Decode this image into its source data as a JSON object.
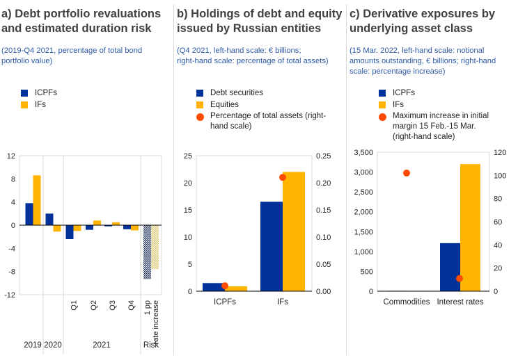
{
  "colors": {
    "blue": "#003299",
    "yellow": "#ffb400",
    "orange": "#ff4b00",
    "title": "#404040",
    "subtitle": "#2e5aa7"
  },
  "panels": [
    {
      "title_line1": "a) Debt portfolio revaluations",
      "title_line2": "and estimated duration risk",
      "subtitle_line1": "(2019-Q4 2021, percentage of total bond",
      "subtitle_line2": "portfolio value)"
    },
    {
      "title_line1": "b) Holdings of debt and equity",
      "title_line2": "issued by Russian entities",
      "subtitle_line1": "(Q4 2021, left-hand scale: € billions;",
      "subtitle_line2": "right-hand scale: percentage of total assets)"
    },
    {
      "title_line1": "c) Derivative exposures by",
      "title_line2": "underlying asset class",
      "subtitle_line1": "(15 Mar. 2022, left-hand scale: notional",
      "subtitle_line2": "amounts outstanding, € billions; right-hand",
      "subtitle_line3": "scale: percentage increase)"
    }
  ],
  "chart_data": [
    {
      "type": "bar",
      "legend": [
        "ICPFs",
        "IFs"
      ],
      "categories": [
        "2019",
        "2020",
        "Q1",
        "Q2",
        "Q3",
        "Q4",
        "1 pp rate increase"
      ],
      "groups": [
        "2019",
        "2020",
        "2021",
        "Risk"
      ],
      "series": [
        {
          "name": "ICPFs",
          "values": [
            3.8,
            2.0,
            -2.4,
            -0.8,
            -0.2,
            -0.7,
            -9.3
          ]
        },
        {
          "name": "IFs",
          "values": [
            8.6,
            -1.1,
            -1.0,
            0.8,
            0.5,
            -0.9,
            -7.6
          ]
        }
      ],
      "ylim": [
        -12,
        12
      ],
      "yticks": [
        12,
        8,
        4,
        0,
        -4,
        -8,
        -12
      ]
    },
    {
      "type": "bar",
      "legend": [
        "Debt securities",
        "Equities",
        "Percentage of total assets (right-hand scale)"
      ],
      "categories": [
        "ICPFs",
        "IFs"
      ],
      "series": [
        {
          "name": "Debt securities",
          "values": [
            1.5,
            16.5
          ]
        },
        {
          "name": "Equities",
          "values": [
            0.9,
            22.0
          ]
        },
        {
          "name": "Percentage of total assets (right-hand scale)",
          "values": [
            0.01,
            0.21
          ]
        }
      ],
      "ylim": [
        0,
        25
      ],
      "yticks": [
        0,
        5,
        10,
        15,
        20,
        25
      ],
      "y2lim": [
        0,
        0.25
      ],
      "y2ticks": [
        "0.00",
        "0.05",
        "0.10",
        "0.15",
        "0.20",
        "0.25"
      ]
    },
    {
      "type": "bar",
      "legend": [
        "ICPFs",
        "IFs",
        "Maximum increase in initial",
        "margin 15 Feb.-15 Mar.",
        "(right-hand scale)"
      ],
      "categories": [
        "Commodities",
        "Interest rates"
      ],
      "series": [
        {
          "name": "ICPFs",
          "values": [
            10,
            1210
          ]
        },
        {
          "name": "IFs",
          "values": [
            10,
            3200
          ]
        },
        {
          "name": "Maximum increase in initial margin 15 Feb.-15 Mar. (right-hand scale)",
          "values": [
            102,
            11
          ]
        }
      ],
      "ylim": [
        0,
        3500
      ],
      "yticks": [
        "0",
        "500",
        "1,000",
        "1,500",
        "2,000",
        "2,500",
        "3,000",
        "3,500"
      ],
      "y2lim": [
        0,
        120
      ],
      "y2ticks": [
        0,
        20,
        40,
        60,
        80,
        100,
        120
      ]
    }
  ]
}
